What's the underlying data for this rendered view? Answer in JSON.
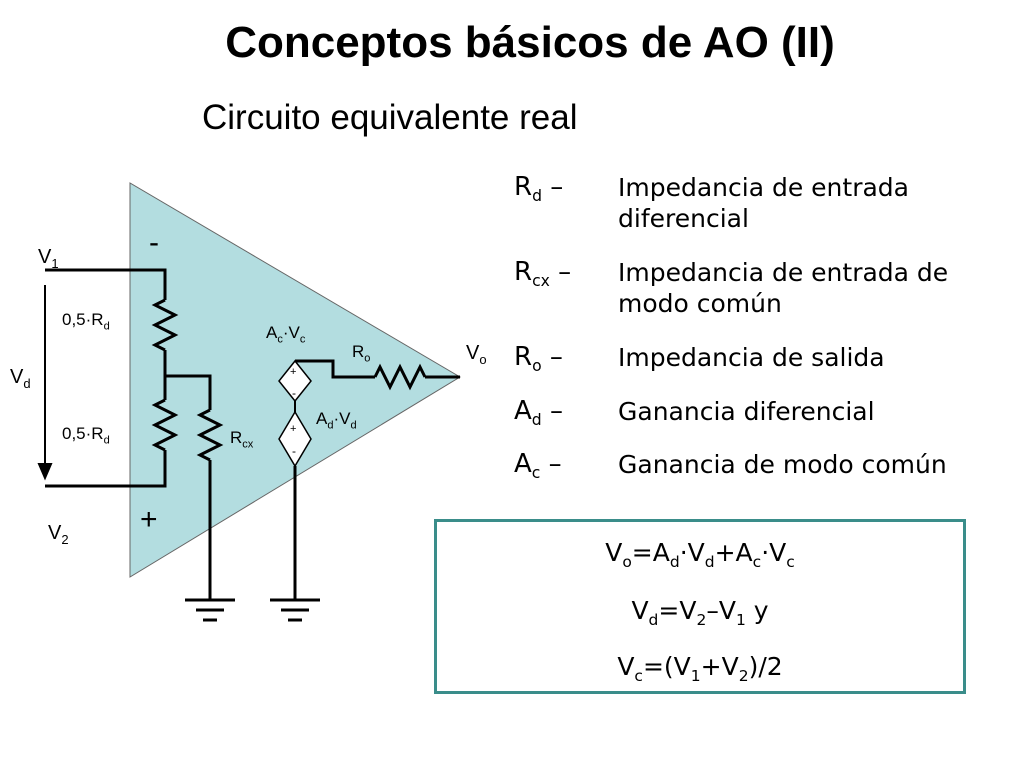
{
  "slide": {
    "title": "Conceptos básicos de AO (II)",
    "subtitle": "Circuito equivalente real"
  },
  "circuit": {
    "minus_sign": "-",
    "plus_sign": "+",
    "v1": {
      "base": "V",
      "sub": "1"
    },
    "v2": {
      "base": "V",
      "sub": "2"
    },
    "vd": {
      "base": "V",
      "sub": "d"
    },
    "vo": {
      "base": "V",
      "sub": "o"
    },
    "rd_top": {
      "base": "0,5·R",
      "sub": "d"
    },
    "rd_bottom": {
      "base": "0,5·R",
      "sub": "d"
    },
    "rcx": {
      "base": "R",
      "sub": "cx"
    },
    "ro": {
      "base": "R",
      "sub": "o"
    },
    "ac_vc": {
      "a": "A",
      "a_sub": "c",
      "dot": "·V",
      "v_sub": "c"
    },
    "ad_vd": {
      "a": "A",
      "a_sub": "d",
      "dot": "·V",
      "v_sub": "d"
    },
    "src_plus": "+",
    "src_minus": "-"
  },
  "definitions": [
    {
      "sym": "R",
      "sub": "d",
      "dash": "–",
      "text": "Impedancia de entrada diferencial"
    },
    {
      "sym": "R",
      "sub": "cx",
      "dash": "–",
      "text": "Impedancia de entrada de modo común"
    },
    {
      "sym": "R",
      "sub": "o",
      "dash": "–",
      "text": "Impedancia de salida"
    },
    {
      "sym": "A",
      "sub": "d",
      "dash": "–",
      "text": "Ganancia diferencial"
    },
    {
      "sym": "A",
      "sub": "c",
      "dash": "–",
      "text": "Ganancia de modo común"
    }
  ],
  "equations": {
    "eq1": {
      "p1": "V",
      "s1": "o",
      "p2": "=A",
      "s2": "d",
      "p3": "·V",
      "s3": "d",
      "p4": "+A",
      "s4": "c",
      "p5": "·V",
      "s5": "c"
    },
    "eq2": {
      "p1": "V",
      "s1": "d",
      "p2": "=V",
      "s2": "2",
      "p3": "–V",
      "s3": "1",
      "p4": " y"
    },
    "eq3": {
      "p1": "V",
      "s1": "c",
      "p2": "=(V",
      "s2": "1",
      "p3": "+V",
      "s3": "2",
      "p4": ")/2"
    }
  },
  "colors": {
    "opamp_fill": "#b3dde0",
    "box_border": "#3a8d8a"
  }
}
